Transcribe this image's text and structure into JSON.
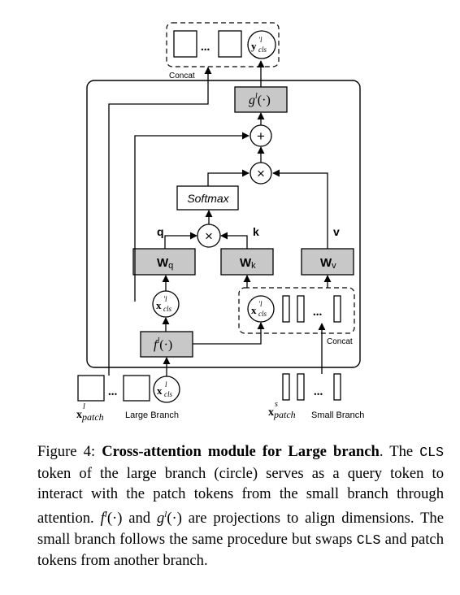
{
  "diagram": {
    "concat_top": "Concat",
    "concat_small": "Concat",
    "g_func": "g",
    "g_sup": "l",
    "g_arg": "(·)",
    "f_func": "f",
    "f_sup": "l",
    "f_arg": "(·)",
    "plus": "+",
    "times": "×",
    "softmax": "Softmax",
    "q_label": "q",
    "k_label": "k",
    "v_label": "v",
    "wq_main": "W",
    "wq_sub": "q",
    "wk_main": "W",
    "wk_sub": "k",
    "wv_main": "W",
    "wv_sub": "v",
    "ellipsis": "...",
    "y_main": "y",
    "x_main": "x",
    "cls_sub": "cls",
    "sup_l": "l",
    "sup_prime_l": "′l",
    "sup_s": "s",
    "patch_sub": "patch",
    "large_branch": "Large Branch",
    "small_branch": "Small Branch"
  },
  "caption": {
    "figure_label": "Figure 4: ",
    "title": "Cross-attention module for Large branch",
    "text1": ". The ",
    "cls1": "CLS",
    "text2": " token of the large branch (circle) serves as a query to­ken to interact with the patch tokens from the small branch through attention. ",
    "f_sym": "f",
    "f_sup": "l",
    "f_arg": "(·)",
    "text3": " and ",
    "g_sym": "g",
    "g_sup": "l",
    "g_arg": "(·)",
    "text4": " are projections to align dimensions. The small branch follows the same procedure but swaps ",
    "cls2": "CLS",
    "text5": " and patch tokens from another branch."
  },
  "colors": {
    "block_fill": "#c8c8c8",
    "stroke": "#000000"
  }
}
